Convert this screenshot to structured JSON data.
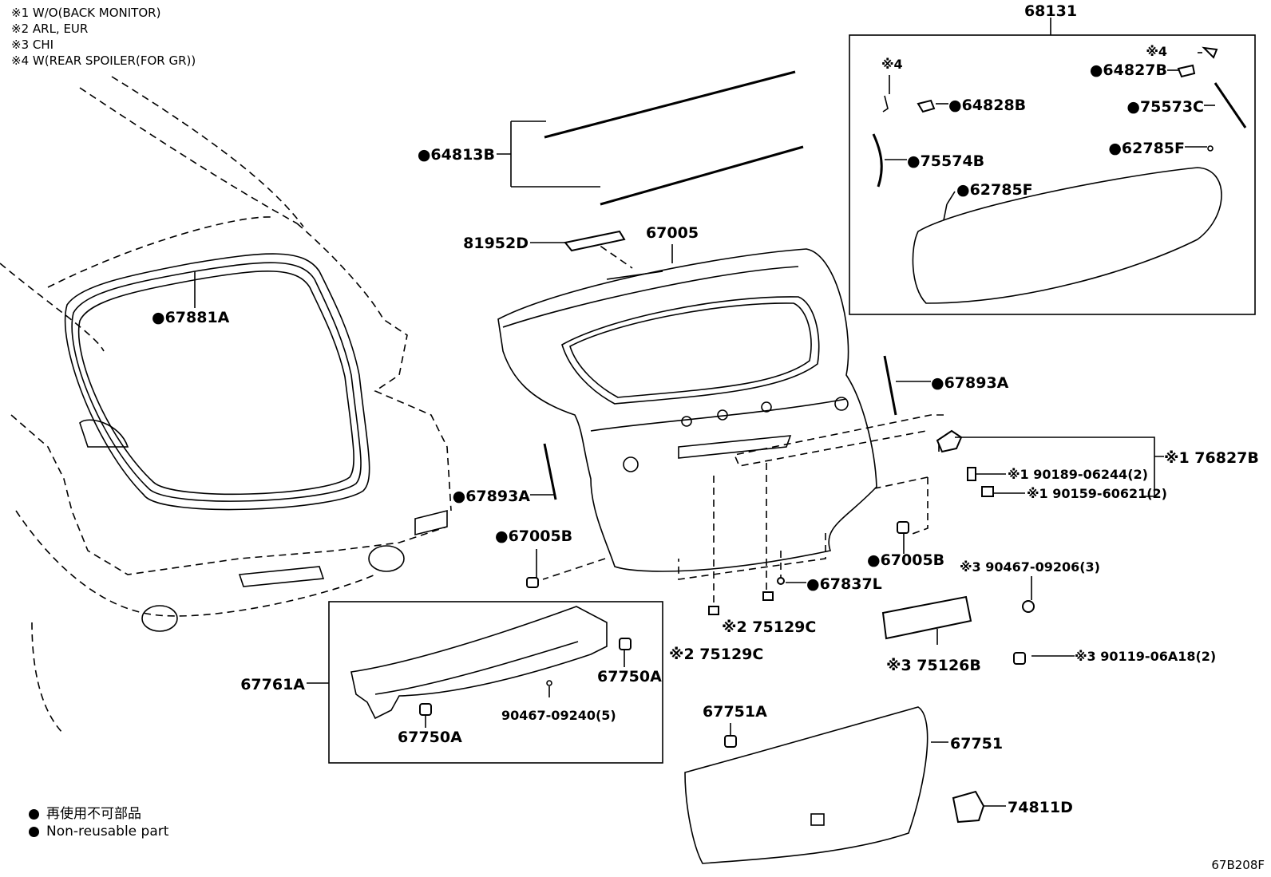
{
  "notes": [
    "※1 W/O(BACK MONITOR)",
    "※2 ARL, EUR",
    "※3 CHI",
    "※4 W(REAR SPOILER(FOR GR))"
  ],
  "legend": [
    "再使用不可部品",
    "Non-reusable part"
  ],
  "diagram_code": "67B208F",
  "labels": {
    "p68131": "68131",
    "p64827B": "●64827B",
    "p64828B": "●64828B",
    "p75573C": "●75573C",
    "p75574B": "●75574B",
    "p62785F_a": "●62785F",
    "p62785F_b": "●62785F",
    "mark4_a": "※4",
    "mark4_b": "※4",
    "p64813B": "●64813B",
    "p81952D": "81952D",
    "p67005": "67005",
    "p67881A": "●67881A",
    "p67893A_r": "●67893A",
    "p67893A_l": "●67893A",
    "p76827B": "※1 76827B",
    "p90189": "※1 90189-06244(2)",
    "p90159": "※1 90159-60621(2)",
    "p67005B_l": "●67005B",
    "p67005B_r": "●67005B",
    "p67837L": "●67837L",
    "p90467_09206": "※3 90467-09206(3)",
    "p75129C_a": "※2 75129C",
    "p75129C_b": "※2 75129C",
    "p75126B": "※3 75126B",
    "p90119": "※3 90119-06A18(2)",
    "p67761A": "67761A",
    "p67750A_a": "67750A",
    "p67750A_b": "67750A",
    "p90467_09240": "90467-09240(5)",
    "p67751A": "67751A",
    "p67751": "67751",
    "p74811D": "74811D"
  }
}
